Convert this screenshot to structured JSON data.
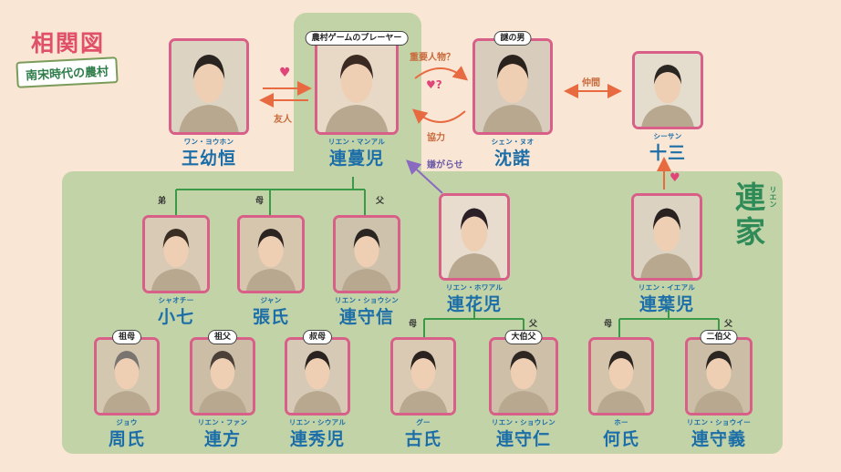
{
  "header": {
    "title": "相関図",
    "subtitle": "南宋時代の農村"
  },
  "family_label": {
    "name": "連\n家",
    "ruby": "リエン"
  },
  "relations": {
    "friend": "友人",
    "important_person": "重要人物？",
    "love_question": "♥?",
    "cooperation": "協力",
    "companion": "仲間",
    "harassment": "嫌がらせ",
    "younger_brother": "弟",
    "mother": "母",
    "father": "父"
  },
  "people": {
    "wang": {
      "reading": "ワン・ヨウホン",
      "name": "王幼恒",
      "badge": ""
    },
    "lian_manr": {
      "reading": "リエン・マンアル",
      "name": "連蔓児",
      "badge": "農村ゲームのプレーヤー"
    },
    "shen": {
      "reading": "シェン・ヌオ",
      "name": "沈諾",
      "badge": "謎の男"
    },
    "shisan": {
      "reading": "シーサン",
      "name": "十三",
      "badge": ""
    },
    "xiaoqi": {
      "reading": "シャオチー",
      "name": "小七",
      "badge": ""
    },
    "zhang": {
      "reading": "ジャン",
      "name": "張氏",
      "badge": ""
    },
    "shouxin": {
      "reading": "リエン・ショウシン",
      "name": "連守信",
      "badge": ""
    },
    "huar": {
      "reading": "リエン・ホワアル",
      "name": "連花児",
      "badge": ""
    },
    "yer": {
      "reading": "リエン・イエアル",
      "name": "連葉児",
      "badge": ""
    },
    "zhou": {
      "reading": "ジョウ",
      "name": "周氏",
      "badge": "祖母"
    },
    "fang": {
      "reading": "リエン・ファン",
      "name": "連方",
      "badge": "祖父"
    },
    "xiuer": {
      "reading": "リエン・シウアル",
      "name": "連秀児",
      "badge": "叔母"
    },
    "gu": {
      "reading": "グー",
      "name": "古氏",
      "badge": ""
    },
    "shouren": {
      "reading": "リエン・ショウレン",
      "name": "連守仁",
      "badge": "大伯父"
    },
    "he": {
      "reading": "ホー",
      "name": "何氏",
      "badge": ""
    },
    "shouyi": {
      "reading": "リエン・ショウイー",
      "name": "連守義",
      "badge": "二伯父"
    }
  },
  "colors": {
    "background": "#fae6d4",
    "family_area": "#c3d3a8",
    "photo_border": "#d85f88",
    "name_text": "#1b6ea8",
    "heart": "#e0457a",
    "relation_arrow": "#e86a40",
    "harassment_arrow": "#8a6ac0",
    "tree_line": "#3a9a48"
  }
}
